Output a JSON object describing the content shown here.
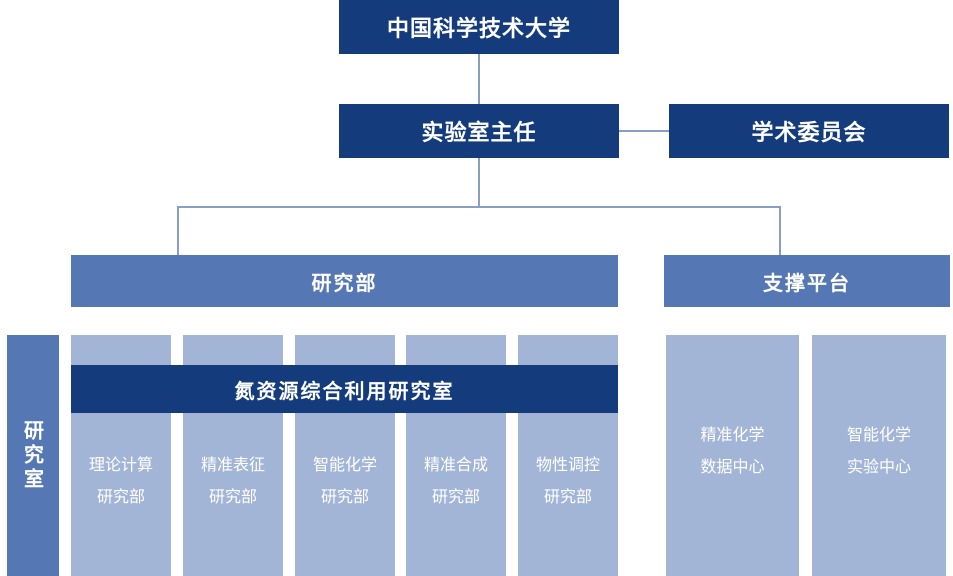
{
  "top": {
    "university": "中国科学技术大学"
  },
  "level2": {
    "director": "实验室主任",
    "committee": "学术委员会"
  },
  "level3": {
    "research": "研究部",
    "support": "支撑平台"
  },
  "lab": {
    "side_label": "研究室",
    "banner": "氮资源综合利用研究室"
  },
  "departments": [
    {
      "line1": "理论计算",
      "line2": "研究部"
    },
    {
      "line1": "精准表征",
      "line2": "研究部"
    },
    {
      "line1": "智能化学",
      "line2": "研究部"
    },
    {
      "line1": "精准合成",
      "line2": "研究部"
    },
    {
      "line1": "物性调控",
      "line2": "研究部"
    }
  ],
  "centers": [
    {
      "line1": "精准化学",
      "line2": "数据中心"
    },
    {
      "line1": "智能化学",
      "line2": "实验中心"
    }
  ],
  "colors": {
    "dark": "#143c7d",
    "mid": "#5577b4",
    "light": "#a2b5d7",
    "connector": "#8a9dc4"
  }
}
